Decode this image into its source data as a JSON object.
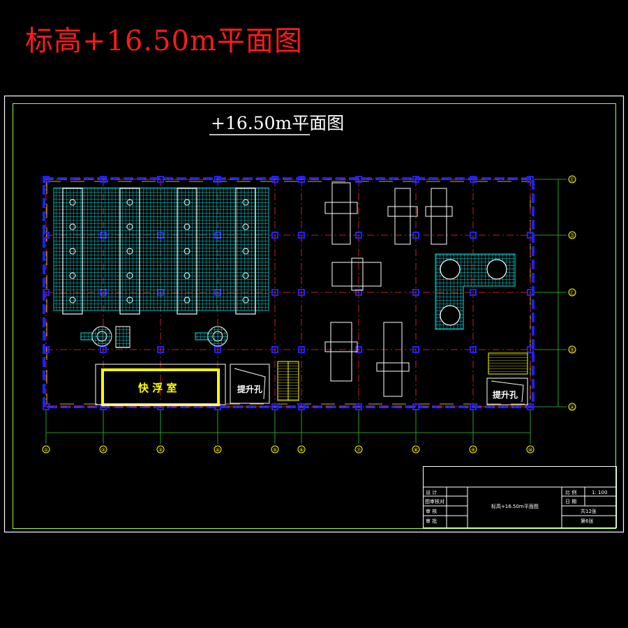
{
  "page_title": "标高+16.50m平面图",
  "drawing_title": "+16.50m平面图",
  "rooms": {
    "flotation_room": "快 浮 室",
    "hoist_hole_left": "提升孔",
    "hoist_hole_right": "提升孔"
  },
  "axes": {
    "columns": [
      "①",
      "②",
      "③",
      "④",
      "⑤",
      "⑥",
      "⑦",
      "⑧",
      "⑨",
      "⑩"
    ],
    "rows": [
      "Ⓔ",
      "Ⓓ",
      "Ⓒ",
      "Ⓑ",
      "Ⓐ"
    ]
  },
  "title_block": {
    "design": "设  计",
    "drawing_check": "图审核对",
    "review": "审  核",
    "approve": "审  批",
    "drawing_name": "标高+16.50m平面图",
    "scale_label": "比  例",
    "scale_value": "1: 100",
    "date_label": "日  期",
    "sheet_total": "共12张",
    "sheet_no": "第6张"
  },
  "colors": {
    "background": "#000000",
    "frame": "#ffffff",
    "inner_frame": "#9cff4c",
    "grid_axis": "#ff2a2a",
    "wall": "#2020ff",
    "hatch": "#00e5e5",
    "equipment": "#ffffff",
    "dimension": "#2ecc2e",
    "room_outline": "#ffff00"
  }
}
